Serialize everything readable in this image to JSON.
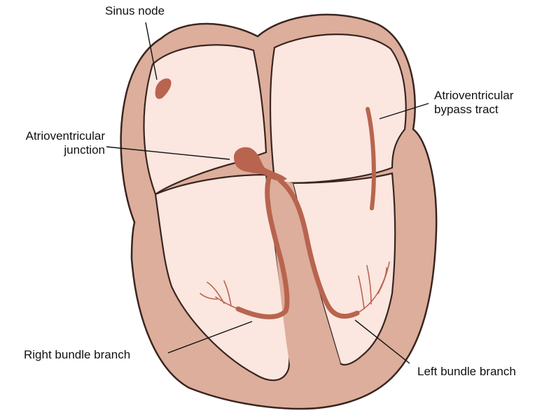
{
  "labels": {
    "sinus_node": "Sinus node",
    "av_junction": [
      "Atrioventricular",
      "junction"
    ],
    "bypass_tract": [
      "Atrioventricular",
      "bypass tract"
    ],
    "right_bundle": "Right bundle branch",
    "left_bundle": "Left bundle branch"
  },
  "colors": {
    "wall_outline": "#3a2520",
    "myocardium": "#dcae9b",
    "chamber": "#fbe6e0",
    "conduction": "#b8644f",
    "leader_line": "#111111",
    "text": "#111111"
  }
}
